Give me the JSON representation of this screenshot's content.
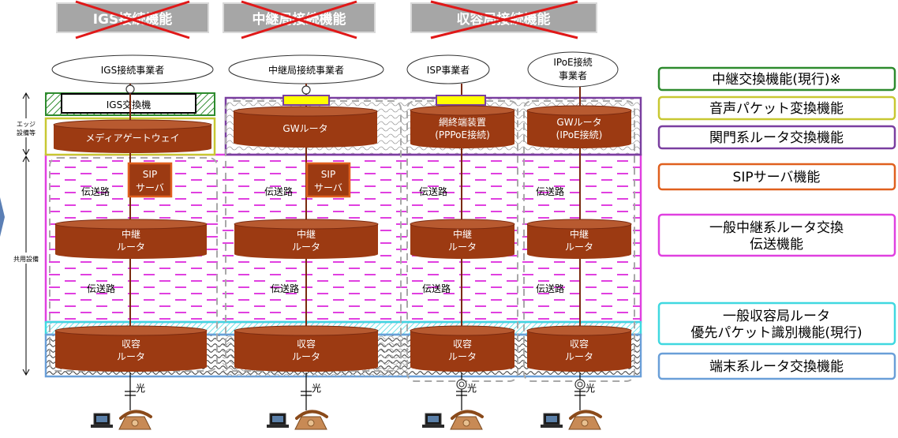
{
  "headers": [
    {
      "text": "IGS接続機能"
    },
    {
      "text": "中継局接続機能"
    },
    {
      "text": "収容局接続機能"
    }
  ],
  "operators": [
    {
      "text": "IGS接続事業者"
    },
    {
      "text": "中継局接続事業者"
    },
    {
      "text": "ISP事業者"
    },
    {
      "line1": "IPoE接続",
      "line2": "事業者"
    }
  ],
  "edge_devices": {
    "igs_switch": "IGS交換機",
    "media_gateway": "メディアゲートウェイ",
    "gw_router": "GWルータ",
    "nte_line1": "網終端装置",
    "nte_line2": "(PPPoE接続)",
    "gw_ipoe_line1": "GWルータ",
    "gw_ipoe_line2": "(IPoE接続)"
  },
  "sip": {
    "line1": "SIP",
    "line2": "サーバ"
  },
  "transmission_label": "伝送路",
  "relay_router": {
    "line1": "中継",
    "line2": "ルータ"
  },
  "access_router": {
    "line1": "収容",
    "line2": "ルータ"
  },
  "optical_label": "光",
  "side_labels": {
    "edge_line1": "エッジ",
    "edge_line2": "設備等",
    "shared": "共用設備"
  },
  "legend": [
    {
      "text": "中継交換機能(現行)※",
      "color": "#2e8b2e",
      "fill": "#ffffff"
    },
    {
      "text": "音声パケット変換機能",
      "color": "#c8c832",
      "fill": "#ffffff"
    },
    {
      "text": "関門系ルータ交換機能",
      "color": "#7a3fa0",
      "fill": "#ffffff"
    },
    {
      "text": "SIPサーバ機能",
      "color": "#e0601e",
      "fill": "#ffffff"
    },
    {
      "line1": "一般中継系ルータ交換",
      "line2": "伝送機能",
      "color": "#e040e0",
      "fill": "#ffffff"
    },
    {
      "line1": "一般収容局ルータ",
      "line2": "優先パケット識別機能(現行)",
      "color": "#40d8e0",
      "fill": "#ffffff"
    },
    {
      "text": "端末系ルータ交換機能",
      "color": "#6a9fd8",
      "fill": "#ffffff"
    }
  ],
  "colors": {
    "router_fill": "#9c3a12",
    "router_top": "#b85a30",
    "header_fill": "#a6a6a6",
    "cross": "#e01818",
    "pink": "#e040e0",
    "cyan": "#40d8e0",
    "purple": "#7a3fa0",
    "green": "#2e8b2e",
    "olive": "#c8c832",
    "yellow": "#ffff00",
    "sip": "#e0601e",
    "blue": "#6a9fd8"
  }
}
